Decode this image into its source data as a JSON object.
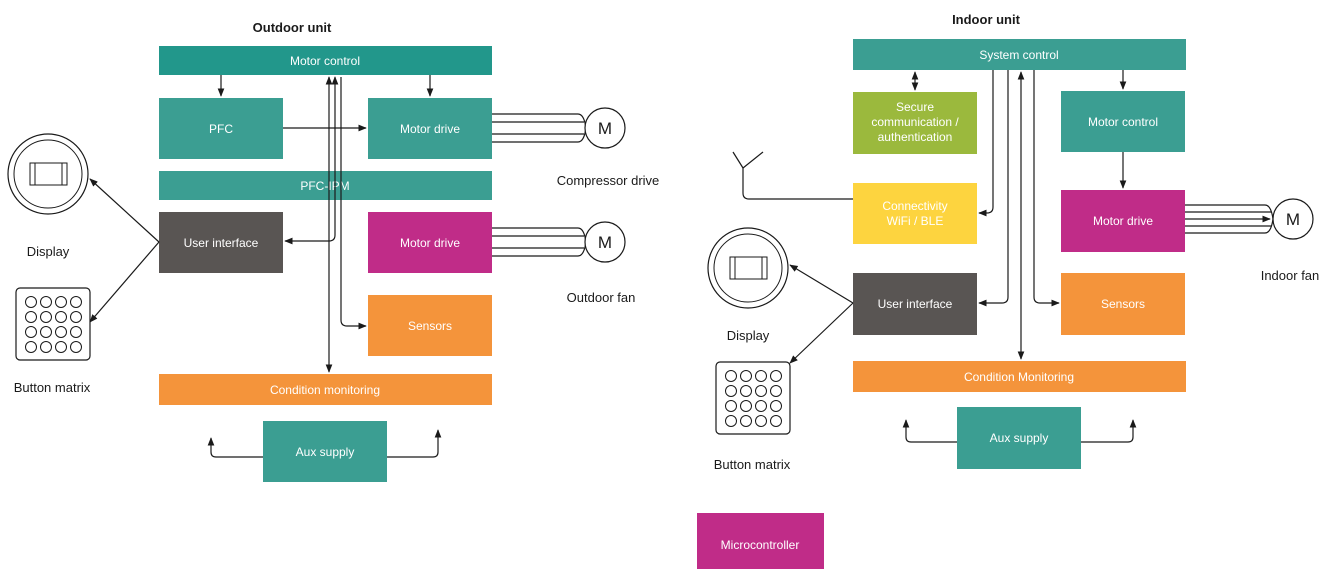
{
  "colors": {
    "teal": "#3b9e92",
    "teal_dark": "#22978b",
    "green": "#9bb93d",
    "yellow": "#fdd43f",
    "magenta": "#c02c88",
    "orange": "#f4943b",
    "gray": "#595553"
  },
  "outdoor": {
    "title": "Outdoor unit",
    "motor_control": "Motor control",
    "pfc": "PFC",
    "motor_drive_1": "Motor drive",
    "pfc_ipm": "PFC-IPM",
    "user_interface": "User interface",
    "motor_drive_2": "Motor drive",
    "sensors": "Sensors",
    "condition_monitoring": "Condition monitoring",
    "aux_supply": "Aux supply",
    "compressor_drive": "Compressor drive",
    "outdoor_fan": "Outdoor fan",
    "display": "Display",
    "button_matrix": "Button matrix",
    "motor_symbol": "M"
  },
  "indoor": {
    "title": "Indoor unit",
    "system_control": "System control",
    "secure_comm": [
      "Secure",
      "communication /",
      "authentication"
    ],
    "motor_control": "Motor control",
    "connectivity": [
      "Connectivity",
      "WiFi / BLE"
    ],
    "motor_drive": "Motor drive",
    "user_interface": "User interface",
    "sensors": "Sensors",
    "condition_monitoring": "Condition Monitoring",
    "aux_supply": "Aux supply",
    "indoor_fan": "Indoor fan",
    "display": "Display",
    "button_matrix": "Button matrix",
    "motor_symbol": "M"
  },
  "legend": {
    "microcontroller": "Microcontroller"
  }
}
